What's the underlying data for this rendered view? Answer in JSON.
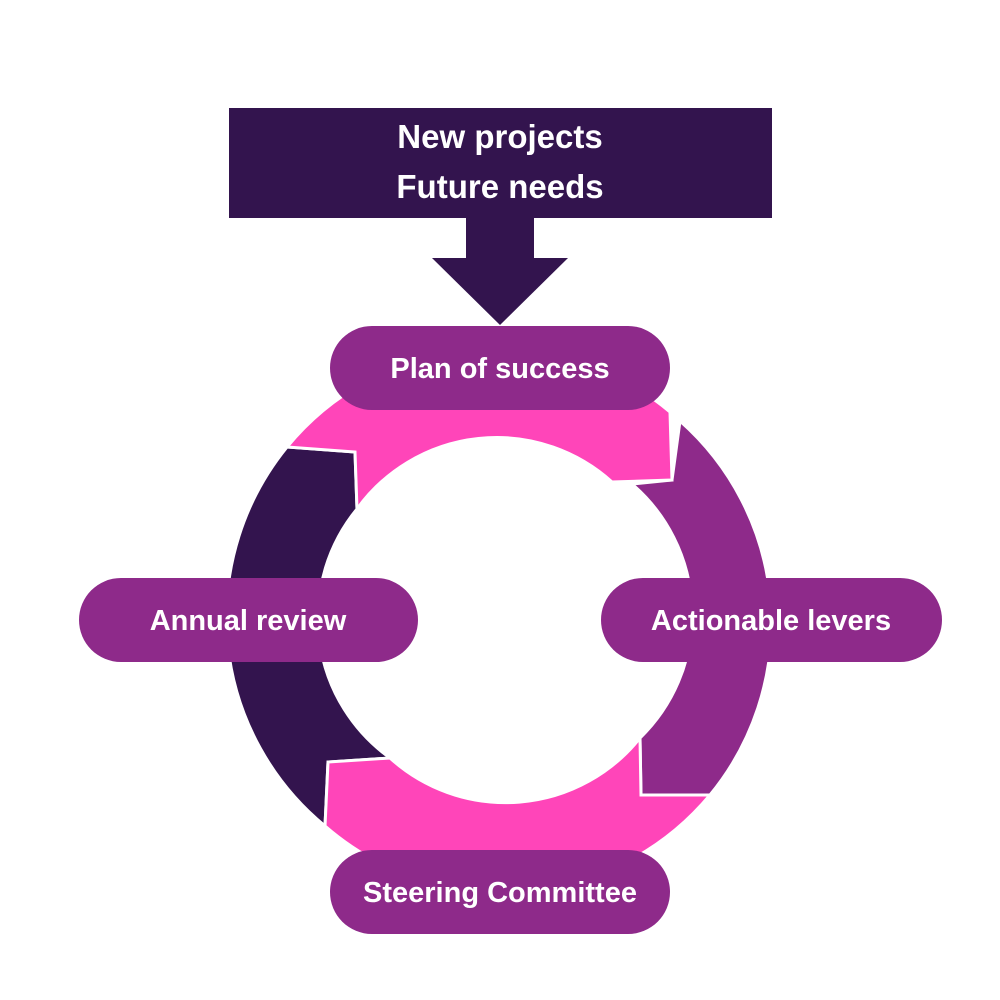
{
  "colors": {
    "dark": "#33144e",
    "purple": "#8e2a8a",
    "pink": "#ff45b9",
    "white": "#ffffff"
  },
  "input": {
    "line1": "New projects",
    "line2": "Future needs"
  },
  "cycle": {
    "stage_top": "Plan of success",
    "stage_right": "Actionable levers",
    "stage_bottom": "Steering Committee",
    "stage_left": "Annual review"
  }
}
